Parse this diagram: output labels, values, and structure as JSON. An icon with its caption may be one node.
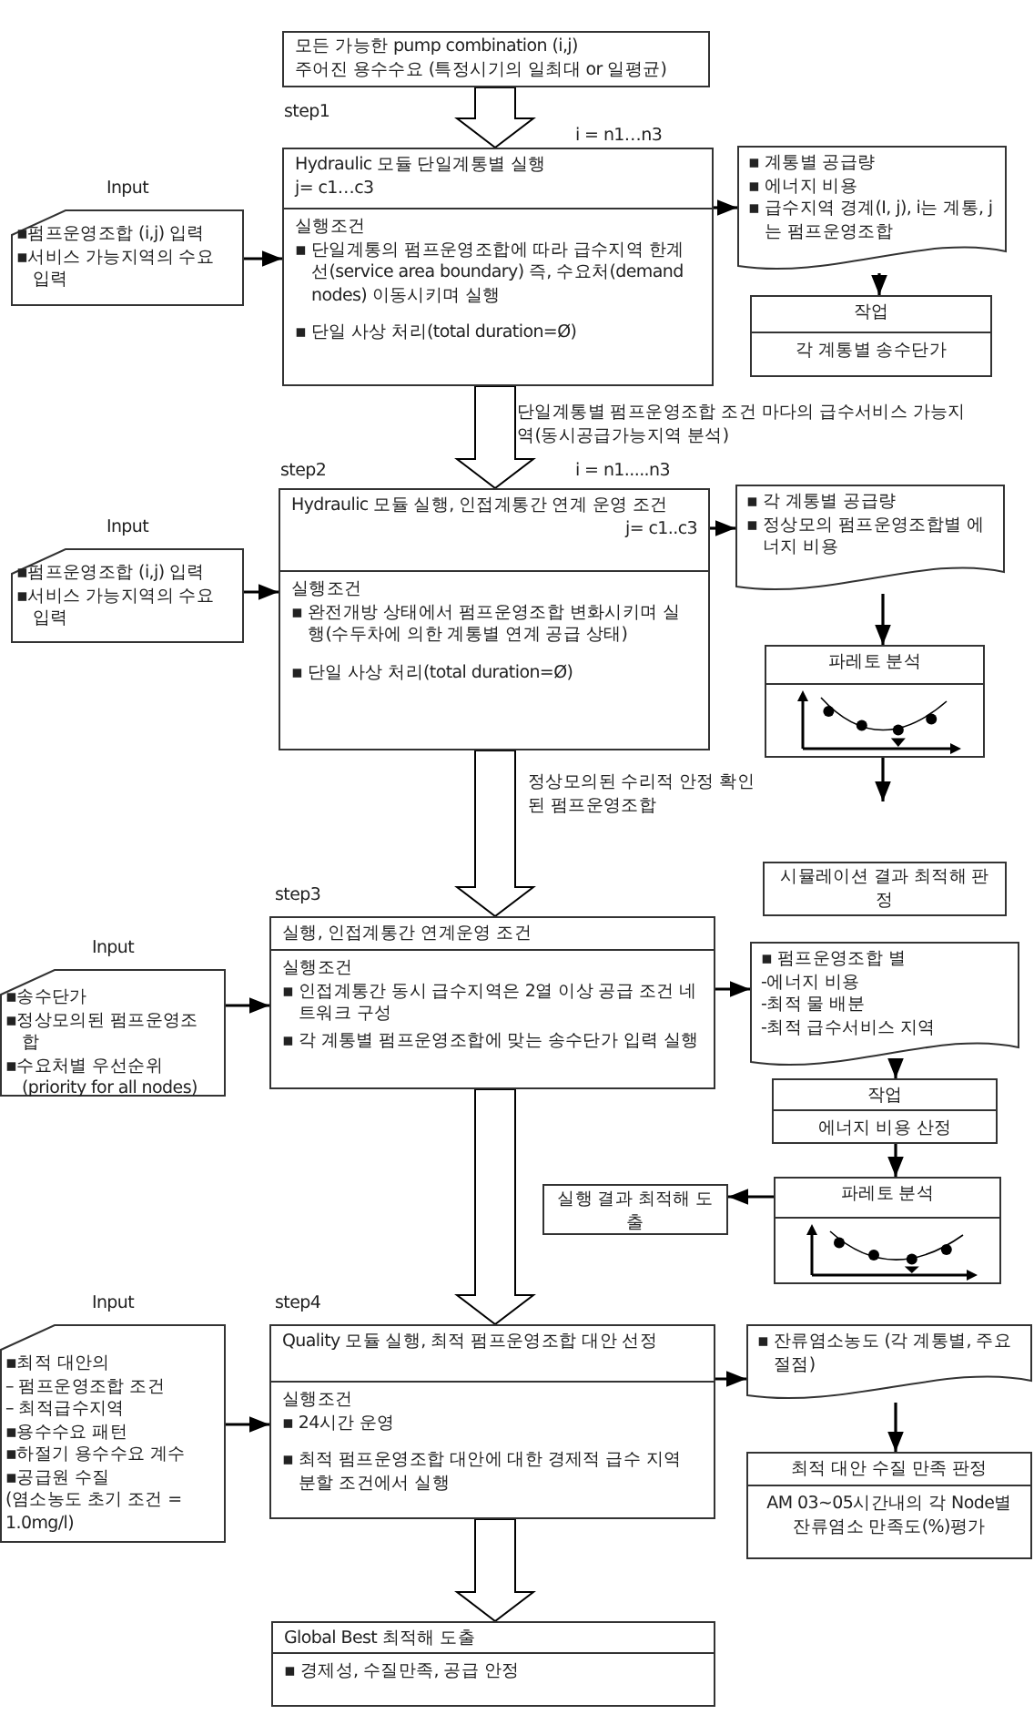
{
  "diagram": {
    "nodes": [
      {
        "text": [
          "모든 가능한 pump combination (i,j)",
          "주어진 용수수요 (특정시기의 일최대 or 일평균)"
        ]
      },
      {
        "text": [
          "Hydraulic 모듈 단일계통별 실행",
          "j= c1…c3",
          "실행조건",
          "▪ 단일계통의 펌프운영조합에 따라 급수지역 한계선(service area boundary) 즉, 수요처(demand nodes) 이동시키며 실행",
          "▪ 단일 사상 처리(total duration=Ø)"
        ],
        "beside": [
          "step1",
          "i = n1…n3"
        ]
      },
      {
        "text": [
          "Input",
          "▪펌프운영조합 (i,j) 입력",
          "▪서비스 가능지역의 수요 입력"
        ]
      },
      {
        "text": [
          "▪ 계통별 공급량",
          "▪ 에너지 비용",
          "▪ 급수지역 경계(I, j), i는 계통, j는 펌프운영조합"
        ]
      },
      {
        "text": [
          "작업",
          "각 계통별 송수단가"
        ]
      },
      {
        "text": [
          "Hydraulic 모듈 실행, 인접계통간 연계 운영 조건",
          "j= c1..c3",
          "실행조건",
          "▪ 완전개방 상태에서 펌프운영조합 변화시키며 실행(수두차에 의한 계통별 연계 공급 상태)",
          "▪ 단일 사상 처리(total duration=Ø)"
        ],
        "beside": [
          "step2",
          "i = n1.....n3"
        ]
      },
      {
        "text": [
          "Input",
          "▪펌프운영조합 (i,j) 입력",
          "▪서비스 가능지역의 수요 입력"
        ]
      },
      {
        "text": [
          "▪ 각 계통별 공급량",
          "▪ 정상모의 펌프운영조합별 에너지 비용"
        ]
      },
      {
        "text": [
          "파레토 분석"
        ]
      },
      {
        "text": [
          "실행, 인접계통간 연계운영 조건",
          "실행조건",
          "▪ 인접계통간 동시 급수지역은 2열 이상 공급 조건 네트워크 구성",
          "▪ 각 계통별 펌프운영조합에 맞는 송수단가 입력 실행"
        ],
        "beside": [
          "step3"
        ]
      },
      {
        "text": [
          "Input",
          "▪송수단가",
          "▪정상모의된 펌프운영조합",
          "▪수요처별 우선순위 (priority for all nodes)"
        ]
      },
      {
        "text": [
          "시뮬레이션 결과 최적해 판정"
        ]
      },
      {
        "text": [
          "▪ 펌프운영조합 별",
          "-에너지 비용",
          "-최적 물 배분",
          "-최적 급수서비스 지역"
        ]
      },
      {
        "text": [
          "작업",
          "에너지 비용 산정"
        ]
      },
      {
        "text": [
          "파레토 분석"
        ]
      },
      {
        "text": [
          "실행 결과 최적해 도출"
        ]
      },
      {
        "text": [
          "Quality 모듈 실행, 최적 펌프운영조합 대안 선정",
          "실행조건",
          "▪ 24시간 운영",
          "▪ 최적 펌프운영조합 대안에 대한 경제적 급수 지역 분할 조건에서 실행"
        ],
        "beside": [
          "step4"
        ]
      },
      {
        "text": [
          "Input",
          "▪최적 대안의",
          "– 펌프운영조합 조건",
          "– 최적급수지역",
          "▪용수수요 패턴",
          "▪하절기 용수수요 계수",
          "▪공급원 수질",
          "(염소농도 초기 조건 = 1.0mg/l)"
        ]
      },
      {
        "text": [
          "▪ 잔류염소농도 (각 계통별, 주요절점)"
        ]
      },
      {
        "text": [
          "최적 대안 수질 만족 판정",
          "AM 03~05시간내의 각 Node별 잔류염소 만족도(%)평가"
        ]
      },
      {
        "text": [
          "Global Best 최적해 도출",
          "▪ 경제성, 수질만족, 공급 안정"
        ]
      }
    ],
    "edges": [
      {
        "from": 0,
        "to": 1,
        "arrow": "to",
        "style": "thick"
      },
      {
        "from": 2,
        "to": 1,
        "arrow": "to"
      },
      {
        "from": 1,
        "to": 3,
        "arrow": "to"
      },
      {
        "from": 3,
        "to": 4,
        "arrow": "to"
      },
      {
        "from": 1,
        "to": 5,
        "arrow": "to",
        "style": "thick",
        "label": "단일계통별 펌프운영조합 조건 마다의 급수서비스 가능지역(동시공급가능지역 분석)"
      },
      {
        "from": 6,
        "to": 5,
        "arrow": "to"
      },
      {
        "from": 5,
        "to": 7,
        "arrow": "to"
      },
      {
        "from": 7,
        "to": 8,
        "arrow": "to"
      },
      {
        "from": 8,
        "to": null,
        "arrow": "to"
      },
      {
        "from": 5,
        "to": 9,
        "arrow": "to",
        "style": "thick",
        "label": "정상모의된 수리적 안정 확인된 펌프운영조합"
      },
      {
        "from": 10,
        "to": 9,
        "arrow": "to"
      },
      {
        "from": 9,
        "to": 12,
        "arrow": "to"
      },
      {
        "from": 12,
        "to": 13,
        "arrow": "to"
      },
      {
        "from": 13,
        "to": 14,
        "arrow": "to"
      },
      {
        "from": 14,
        "to": 15,
        "arrow": "to"
      },
      {
        "from": 9,
        "to": 16,
        "arrow": "to",
        "style": "thick"
      },
      {
        "from": 17,
        "to": 16,
        "arrow": "to"
      },
      {
        "from": 16,
        "to": 18,
        "arrow": "to"
      },
      {
        "from": 18,
        "to": 19,
        "arrow": "to"
      },
      {
        "from": 16,
        "to": 20,
        "arrow": "to",
        "style": "thick"
      }
    ]
  }
}
